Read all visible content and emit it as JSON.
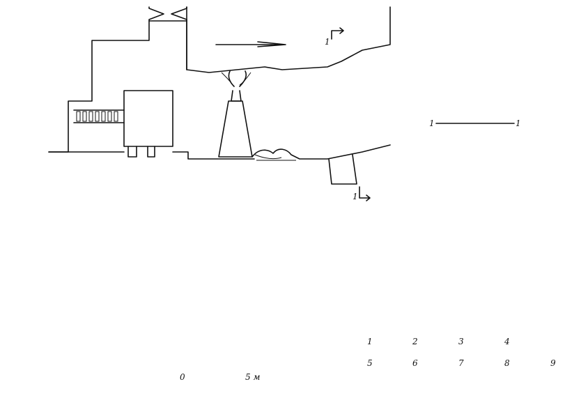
{
  "section_markers": {
    "plan_top": "1",
    "plan_bottom": "1",
    "section_left": "1",
    "section_right": "1"
  },
  "scale_bar": {
    "start": "0",
    "end": "5 м"
  },
  "legend": [
    {
      "number": "1",
      "pattern": "stone-outline-icon"
    },
    {
      "number": "2",
      "pattern": "gravel-dots-icon"
    },
    {
      "number": "3",
      "pattern": "sand-dots-icon"
    },
    {
      "number": "4",
      "pattern": "black-band-icon"
    },
    {
      "number": "5",
      "pattern": "vertical-hatch-icon"
    },
    {
      "number": "6",
      "pattern": "diagonal-hatch-icon"
    },
    {
      "number": "7",
      "pattern": "horizontal-dash-icon"
    },
    {
      "number": "8",
      "pattern": "dash-cross-icon"
    },
    {
      "number": "9",
      "pattern": "grass-turf-icon"
    }
  ],
  "colors": {
    "ink": "#111111",
    "paper": "#ffffff"
  }
}
